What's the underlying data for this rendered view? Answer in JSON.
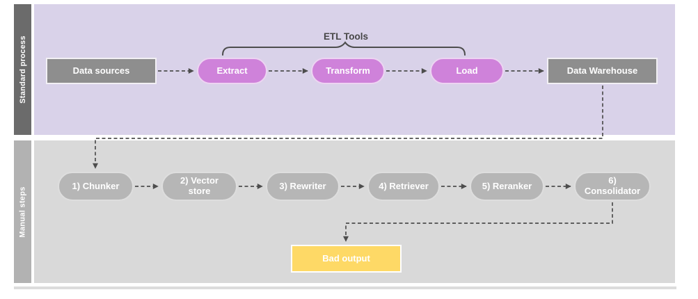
{
  "lanes": [
    {
      "label": "Standard process"
    },
    {
      "label": "Manual steps"
    }
  ],
  "standard_process": {
    "etl_tools_label": "ETL Tools",
    "data_sources": "Data sources",
    "extract": "Extract",
    "transform": "Transform",
    "load": "Load",
    "data_warehouse": "Data Warehouse"
  },
  "manual_steps": {
    "steps": [
      "1) Chunker",
      "2) Vector store",
      "3) Rewriter",
      "4) Retriever",
      "5) Reranker",
      "6) Consolidator"
    ],
    "bad_output": "Bad output"
  },
  "colors": {
    "standard_lane_bg": "#d9d2e9",
    "manual_lane_bg": "#d9d9d9",
    "standard_header_bg": "#6b6b6b",
    "manual_header_bg": "#b2b2b2",
    "etl_node_fill": "#cf82da",
    "storage_node_fill": "#8e8e8e",
    "manual_node_fill": "#b6b6b6",
    "bad_output_fill": "#fed966",
    "connector_color": "#4d4d4d"
  }
}
